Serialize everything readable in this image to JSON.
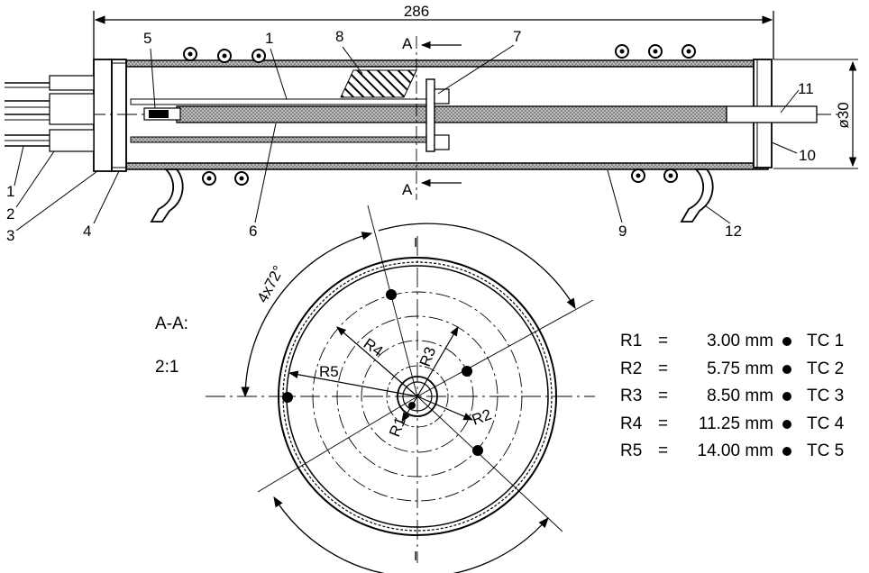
{
  "dimensions": {
    "overall_length": "286",
    "diameter": "ø30",
    "angle": "4x72°"
  },
  "callouts": {
    "c1a": "1",
    "c1b": "1",
    "c2": "2",
    "c3": "3",
    "c4": "4",
    "c5": "5",
    "c6": "6",
    "c7": "7",
    "c8": "8",
    "c9": "9",
    "c10": "10",
    "c11": "11",
    "c12": "12"
  },
  "section": {
    "label": "A-A:",
    "scale": "2:1"
  },
  "radius_labels": [
    "R1",
    "R2",
    "R3",
    "R4",
    "R5"
  ],
  "legend": [
    {
      "name": "R1",
      "eq": "=",
      "value": "3.00 mm",
      "tc": "TC 1"
    },
    {
      "name": "R2",
      "eq": "=",
      "value": "5.75 mm",
      "tc": "TC 2"
    },
    {
      "name": "R3",
      "eq": "=",
      "value": "8.50 mm",
      "tc": "TC 3"
    },
    {
      "name": "R4",
      "eq": "=",
      "value": "11.25 mm",
      "tc": "TC 4"
    },
    {
      "name": "R5",
      "eq": "=",
      "value": "14.00 mm",
      "tc": "TC 5"
    }
  ]
}
